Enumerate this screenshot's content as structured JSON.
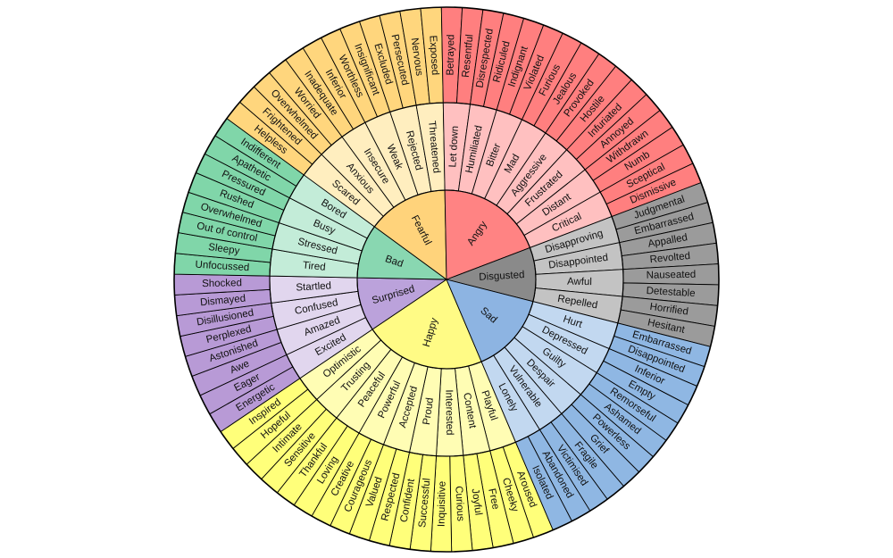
{
  "palette": {
    "Happy": {
      "core": "#fffb85",
      "mid": "#fffdb4",
      "outer": "#ffff7a"
    },
    "Surprised": {
      "core": "#bba2db",
      "mid": "#e1d6ee",
      "outer": "#b89ad6"
    },
    "Bad": {
      "core": "#89d7b1",
      "mid": "#c3ecd8",
      "outer": "#80d6a9"
    },
    "Fearful": {
      "core": "#ffd37b",
      "mid": "#ffeebf",
      "outer": "#ffd67d"
    },
    "Angry": {
      "core": "#ff8383",
      "mid": "#ffc0c0",
      "outer": "#ff7f7f"
    },
    "Disgusted": {
      "core": "#8a8a8a",
      "mid": "#c3c3c3",
      "outer": "#9b9b9b"
    },
    "Sad": {
      "core": "#8db4e2",
      "mid": "#c2d8f0",
      "outer": "#8fb7e3"
    }
  },
  "wheel": [
    {
      "name": "Happy",
      "children": [
        {
          "name": "Playful",
          "children": [
            "Aroused",
            "Cheeky"
          ]
        },
        {
          "name": "Content",
          "children": [
            "Free",
            "Joyful"
          ]
        },
        {
          "name": "Interested",
          "children": [
            "Curious",
            "Inquisitive"
          ]
        },
        {
          "name": "Proud",
          "children": [
            "Successful",
            "Confident"
          ]
        },
        {
          "name": "Accepted",
          "children": [
            "Respected",
            "Valued"
          ]
        },
        {
          "name": "Powerful",
          "children": [
            "Courageous",
            "Creative"
          ]
        },
        {
          "name": "Peaceful",
          "children": [
            "Loving",
            "Thankful"
          ]
        },
        {
          "name": "Trusting",
          "children": [
            "Sensitive",
            "Intimate"
          ]
        },
        {
          "name": "Optimistic",
          "children": [
            "Hopeful",
            "Inspired"
          ]
        }
      ]
    },
    {
      "name": "Surprised",
      "children": [
        {
          "name": "Excited",
          "children": [
            "Energetic",
            "Eager"
          ]
        },
        {
          "name": "Amazed",
          "children": [
            "Awe",
            "Astonished"
          ]
        },
        {
          "name": "Confused",
          "children": [
            "Perplexed",
            "Disillusioned"
          ]
        },
        {
          "name": "Startled",
          "children": [
            "Dismayed",
            "Shocked"
          ]
        }
      ]
    },
    {
      "name": "Bad",
      "children": [
        {
          "name": "Tired",
          "children": [
            "Unfocussed",
            "Sleepy"
          ]
        },
        {
          "name": "Stressed",
          "children": [
            "Out of control",
            "Overwhelmed"
          ]
        },
        {
          "name": "Busy",
          "children": [
            "Rushed",
            "Pressured"
          ]
        },
        {
          "name": "Bored",
          "children": [
            "Apathetic",
            "Indifferent"
          ]
        }
      ]
    },
    {
      "name": "Fearful",
      "children": [
        {
          "name": "Scared",
          "children": [
            "Helpless",
            "Frightened"
          ]
        },
        {
          "name": "Anxious",
          "children": [
            "Overwhelmed",
            "Worried"
          ]
        },
        {
          "name": "Insecure",
          "children": [
            "Inadequate",
            "Inferior"
          ]
        },
        {
          "name": "Weak",
          "children": [
            "Worthless",
            "Insignificant"
          ]
        },
        {
          "name": "Rejected",
          "children": [
            "Excluded",
            "Persecuted"
          ]
        },
        {
          "name": "Threatened",
          "children": [
            "Nervous",
            "Exposed"
          ]
        }
      ]
    },
    {
      "name": "Angry",
      "children": [
        {
          "name": "Let down",
          "children": [
            "Betrayed",
            "Resentful"
          ]
        },
        {
          "name": "Humiliated",
          "children": [
            "Disrespected",
            "Ridiculed"
          ]
        },
        {
          "name": "Bitter",
          "children": [
            "Indignant",
            "Violated"
          ]
        },
        {
          "name": "Mad",
          "children": [
            "Furious",
            "Jealous"
          ]
        },
        {
          "name": "Aggressive",
          "children": [
            "Provoked",
            "Hostile"
          ]
        },
        {
          "name": "Frustrated",
          "children": [
            "Infuriated",
            "Annoyed"
          ]
        },
        {
          "name": "Distant",
          "children": [
            "Withdrawn",
            "Numb"
          ]
        },
        {
          "name": "Critical",
          "children": [
            "Sceptical",
            "Dismissive"
          ]
        }
      ]
    },
    {
      "name": "Disgusted",
      "children": [
        {
          "name": "Disapproving",
          "children": [
            "Judgmental",
            "Embarrassed"
          ]
        },
        {
          "name": "Disappointed",
          "children": [
            "Appalled",
            "Revolted"
          ]
        },
        {
          "name": "Awful",
          "children": [
            "Nauseated",
            "Detestable"
          ]
        },
        {
          "name": "Repelled",
          "children": [
            "Horrified",
            "Hesitant"
          ]
        }
      ]
    },
    {
      "name": "Sad",
      "children": [
        {
          "name": "Hurt",
          "children": [
            "Embarrassed",
            "Disappointed"
          ]
        },
        {
          "name": "Depressed",
          "children": [
            "Inferior",
            "Empty"
          ]
        },
        {
          "name": "Guilty",
          "children": [
            "Remorseful",
            "Ashamed"
          ]
        },
        {
          "name": "Despair",
          "children": [
            "Powerless",
            "Grief"
          ]
        },
        {
          "name": "Vulnerable",
          "children": [
            "Fragile",
            "Victimised"
          ]
        },
        {
          "name": "Lonely",
          "children": [
            "Abandoned",
            "Isolated"
          ]
        }
      ]
    }
  ]
}
